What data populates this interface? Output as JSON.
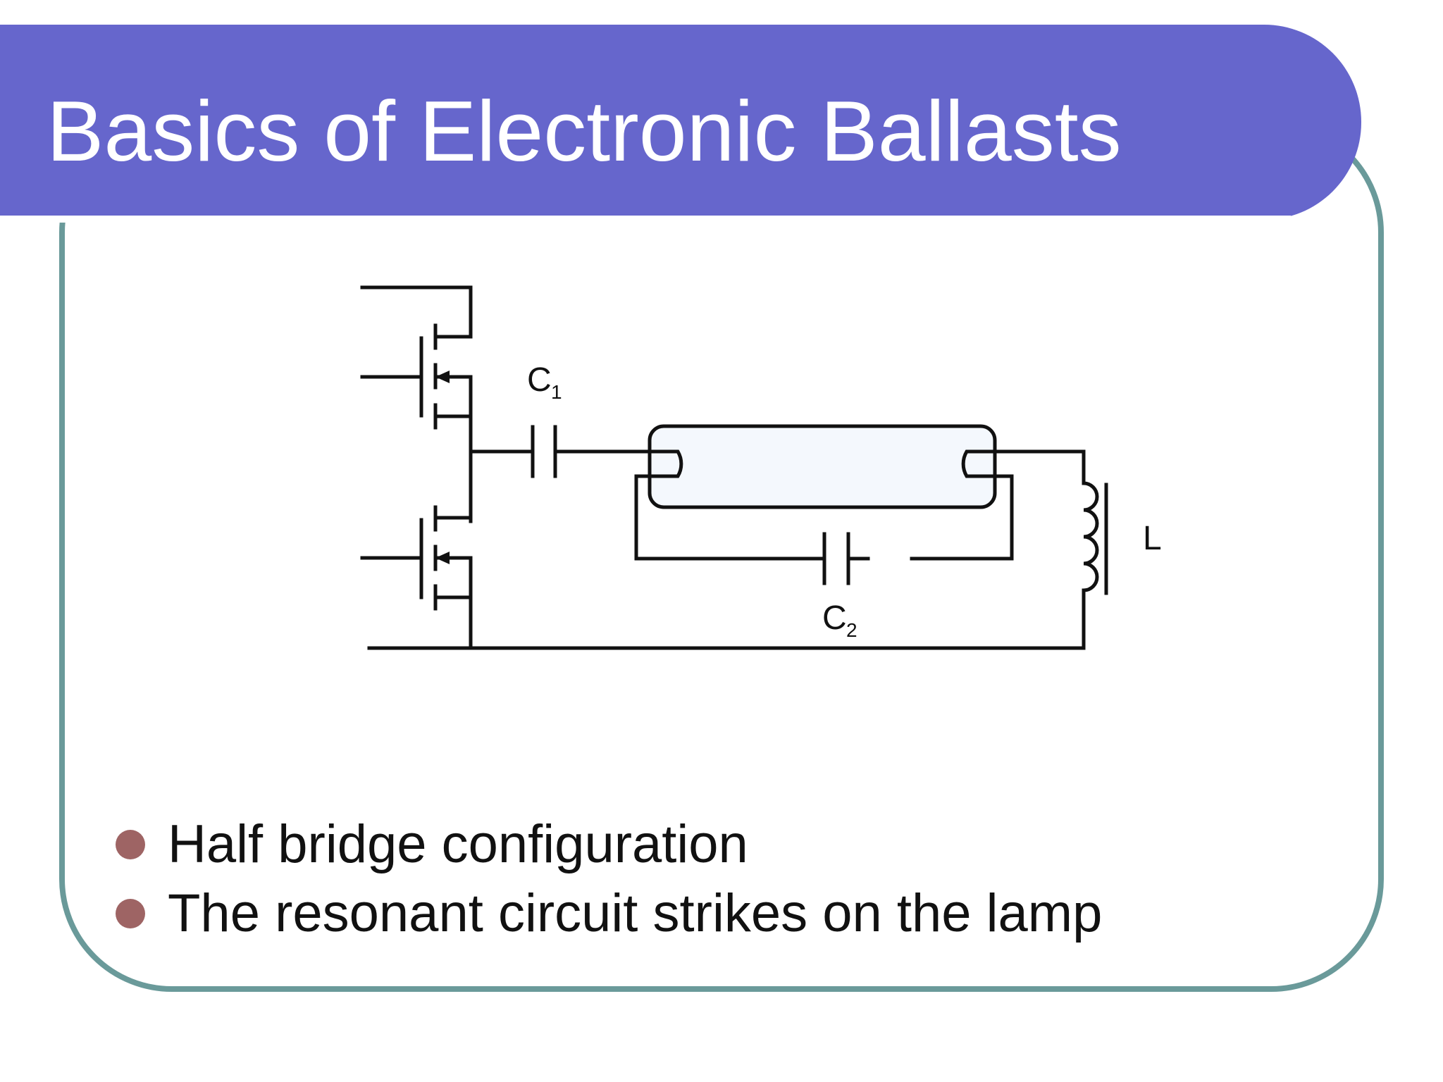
{
  "slide": {
    "title": "Basics of Electronic Ballasts",
    "colors": {
      "header": "#6666cc",
      "frame": "#6a9a9a",
      "bullet": "#9e6464",
      "lamp_fill": "#f4f8fd"
    }
  },
  "diagram": {
    "labels": {
      "c1_main": "C",
      "c1_sub": "1",
      "c2_main": "C",
      "c2_sub": "2",
      "l": "L"
    }
  },
  "bullets": [
    {
      "text": "Half bridge configuration",
      "icon": "bullet-dot-icon"
    },
    {
      "text": "The resonant circuit strikes on the lamp",
      "icon": "bullet-dot-icon"
    }
  ]
}
